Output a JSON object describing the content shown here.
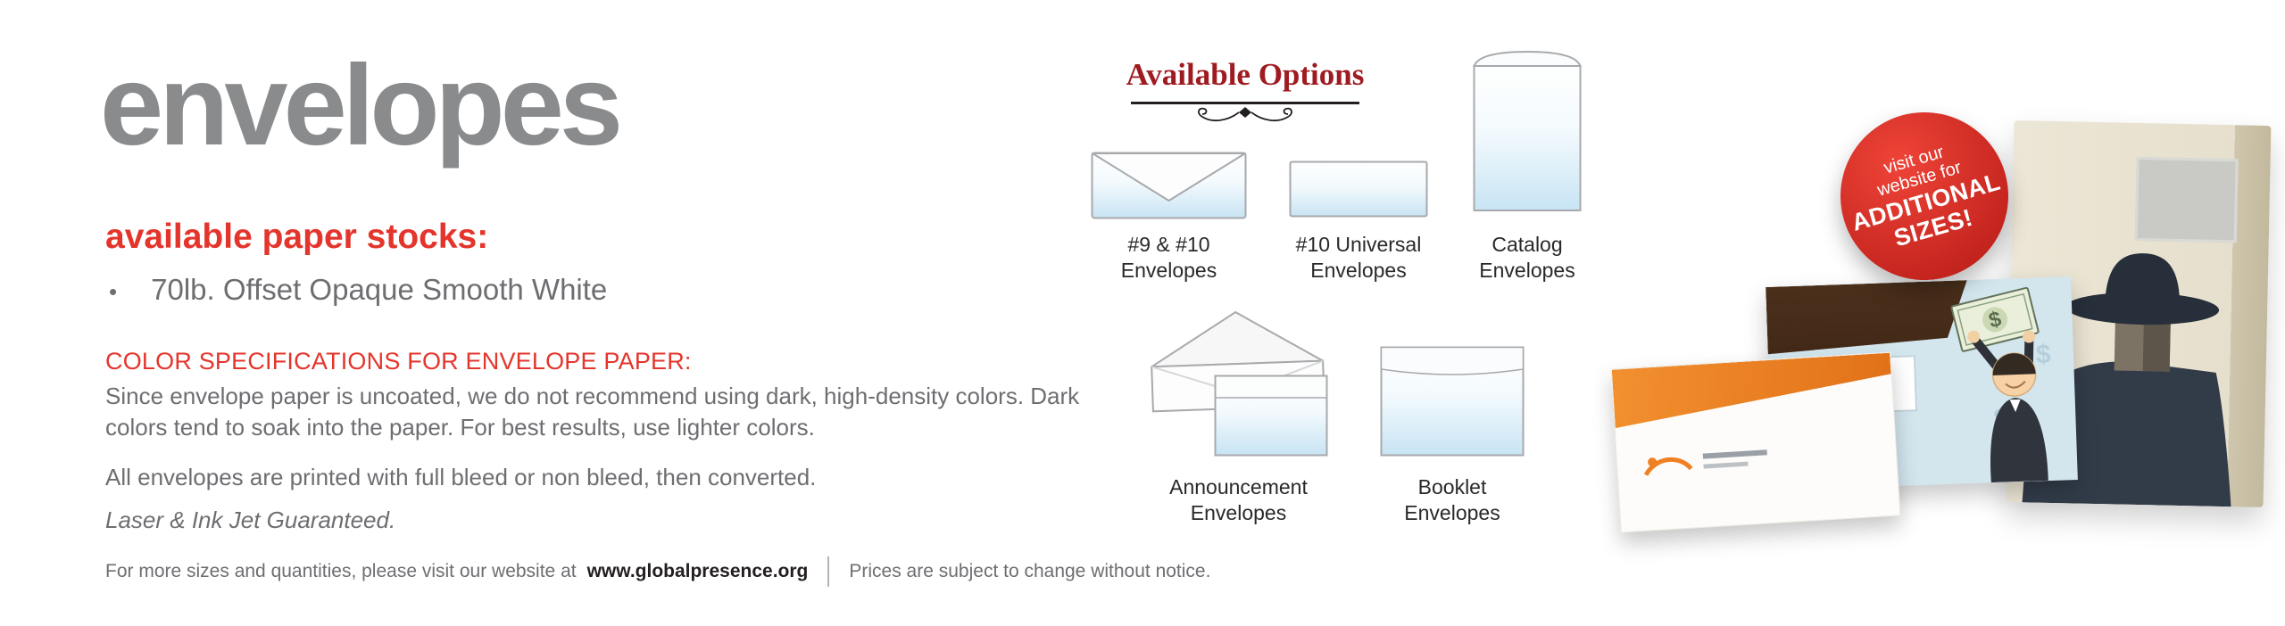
{
  "left": {
    "title": "envelopes",
    "stocks_heading": "available paper stocks:",
    "bullet": "•",
    "stock_item": "70lb. Offset Opaque Smooth White",
    "specs_heading": "COLOR SPECIFICATIONS FOR ENVELOPE PAPER:",
    "specs_body": "Since envelope paper is uncoated, we do not recommend using dark, high-density colors. Dark colors tend to soak into the paper. For best results, use lighter colors.",
    "bleed_note": "All envelopes are printed with full bleed or non bleed, then converted.",
    "guarantee": "Laser & Ink Jet Guaranteed.",
    "footer": {
      "prefix": "For more sizes and quantities, please visit our website at",
      "website": "www.globalpresence.org",
      "prices": "Prices are subject to change without notice."
    }
  },
  "options": {
    "heading": "Available Options",
    "items": [
      {
        "line1": "#9 & #10",
        "line2": "Envelopes"
      },
      {
        "line1": "#10 Universal",
        "line2": "Envelopes"
      },
      {
        "line1": "Catalog",
        "line2": "Envelopes"
      },
      {
        "line1": "Announcement",
        "line2": "Envelopes"
      },
      {
        "line1": "Booklet",
        "line2": "Envelopes"
      }
    ]
  },
  "badge": {
    "line1": "visit our",
    "line2": "website for",
    "line3": "ADDITIONAL",
    "line4": "SIZES!"
  },
  "illustration": {
    "dollar": "$"
  },
  "colors": {
    "title_gray": "#898b8d",
    "accent_red": "#e4352c",
    "heading_dark_red": "#9e1c21",
    "body_gray": "#6d6e71",
    "badge_red": "#d42a22",
    "envelope_orange": "#ef8023",
    "flap_brown": "#3a2514"
  }
}
